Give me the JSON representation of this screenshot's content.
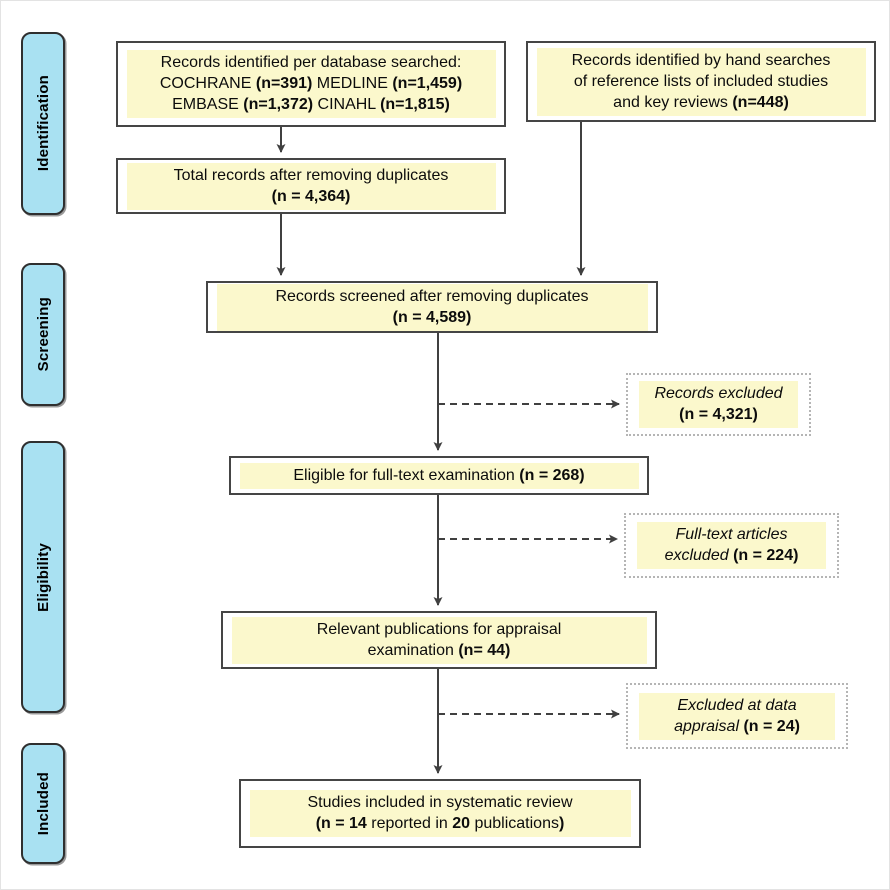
{
  "sidebar": {
    "stages": [
      {
        "label": "Identification"
      },
      {
        "label": "Screening"
      },
      {
        "label": "Eligibility"
      },
      {
        "label": "Included"
      }
    ]
  },
  "boxes": {
    "databases": {
      "line1": "Records identified per database searched:",
      "line2": [
        "COCHRANE ",
        "(n=391)",
        " MEDLINE ",
        "(n=1,459)"
      ],
      "line3": [
        "EMBASE ",
        "(n=1,372)",
        " CINAHL ",
        "(n=1,815)"
      ]
    },
    "hand_search": {
      "line1": "Records identified by hand searches",
      "line2": "of reference lists of included studies",
      "line3": [
        "and key reviews ",
        "(n=448)"
      ]
    },
    "total": {
      "line1": "Total records after removing duplicates",
      "line2": "(n = 4,364)"
    },
    "screened": {
      "line1": "Records screened after removing duplicates",
      "line2": "(n = 4,589)"
    },
    "records_excluded": {
      "line1": "Records excluded",
      "line2": "(n = 4,321)"
    },
    "eligible": {
      "line1": [
        "Eligible for full-text examination ",
        "(n = 268)"
      ]
    },
    "fulltext_excluded": {
      "line1": "Full-text articles",
      "line2": [
        "excluded ",
        "(n = 224)"
      ]
    },
    "relevant": {
      "line1": "Relevant publications for appraisal",
      "line2": [
        "examination ",
        "(n= 44)"
      ]
    },
    "appraisal_excluded": {
      "line1": "Excluded at data",
      "line2": [
        "appraisal ",
        "(n = 24)"
      ]
    },
    "included_studies": {
      "line1": "Studies included in systematic review",
      "line2": [
        "(n = 14",
        " reported in ",
        "20",
        " publications",
        ")"
      ]
    }
  },
  "colors": {
    "highlight_yellow": "#fbf8cc",
    "stage_blue": "#a9e1f2",
    "line_dark": "#404040",
    "dashed_border_gray": "#b5b5b5"
  }
}
